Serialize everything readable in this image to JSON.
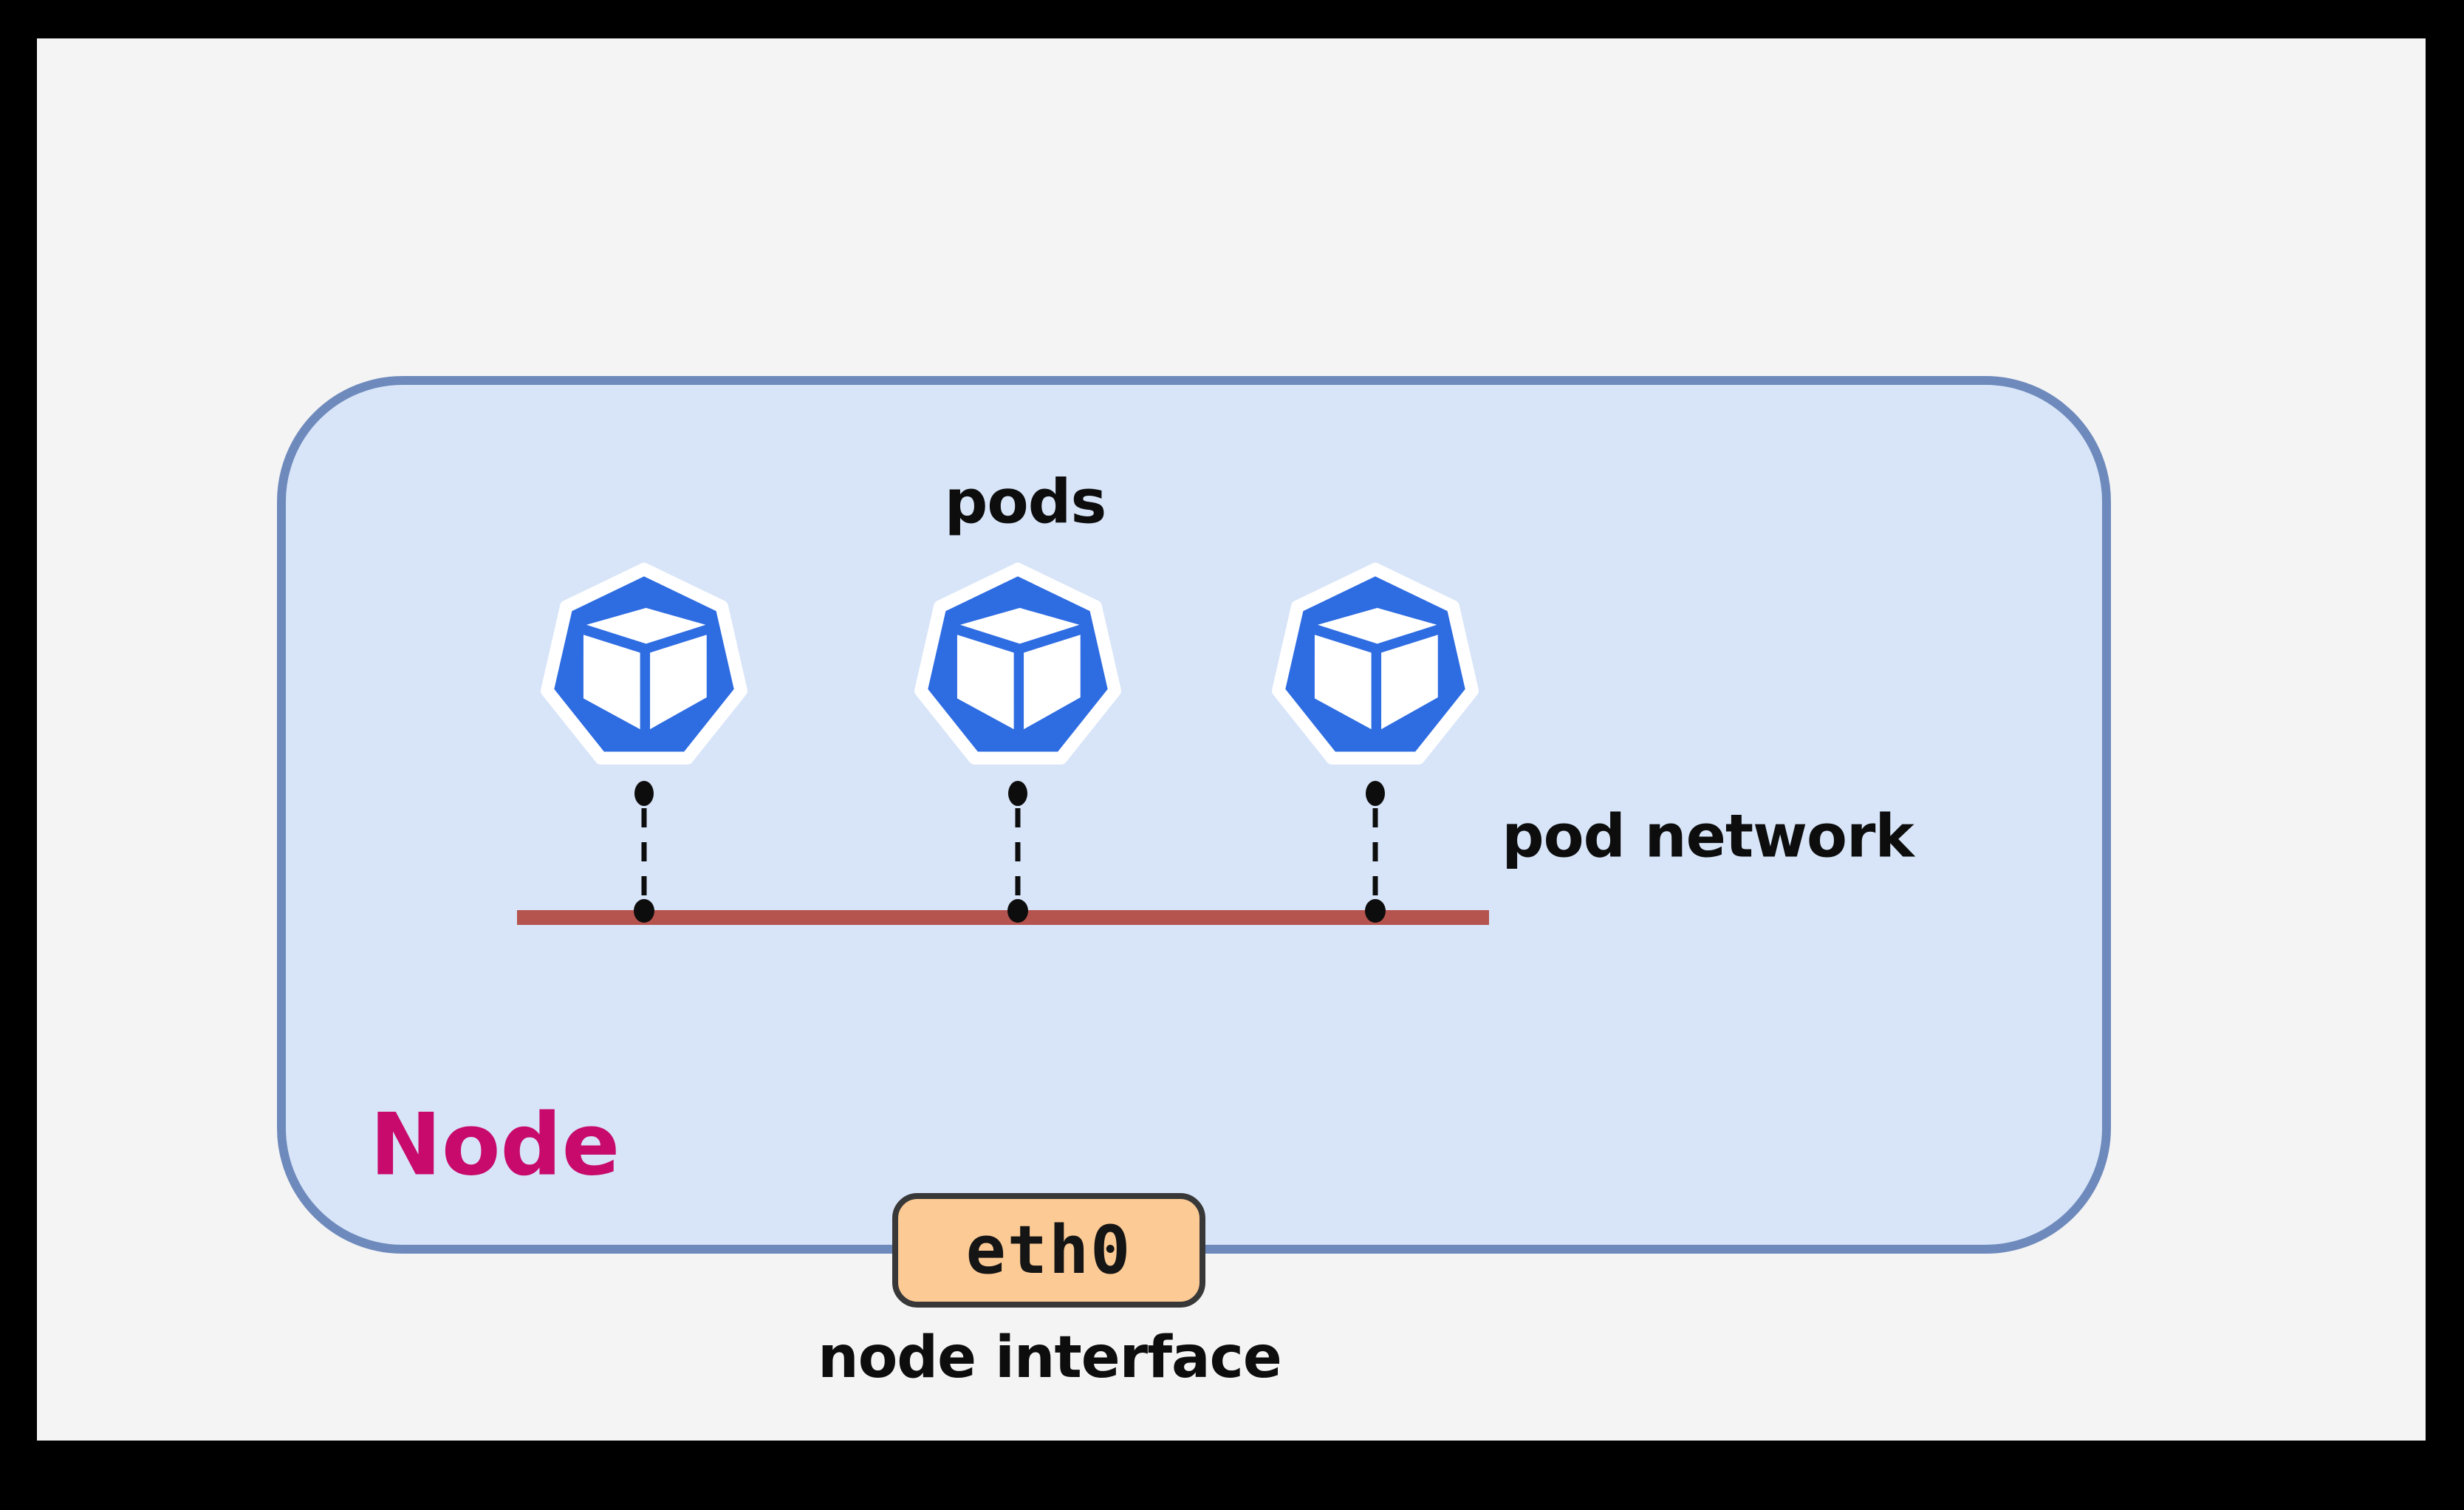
{
  "title": "Kubernetes node pod network diagram",
  "labels": {
    "pods": "pods",
    "pod_network": "pod network",
    "node": "Node",
    "eth0": "eth0",
    "node_interface": "node interface"
  },
  "pods": {
    "count": 3,
    "icon": "kubernetes-heptagon-cube-icon"
  },
  "colors": {
    "frame": "#000000",
    "background": "#f4f4f5",
    "node_fill": "#d8e5f8",
    "node_border": "#6e8abc",
    "pod_blue": "#2e6ce2",
    "pod_network_red": "#b5534e",
    "connector_black": "#0d0d0d",
    "eth0_fill": "#fcca94",
    "eth0_border": "#383838",
    "node_label": "#c70a6c",
    "text": "#0d0d0d"
  }
}
